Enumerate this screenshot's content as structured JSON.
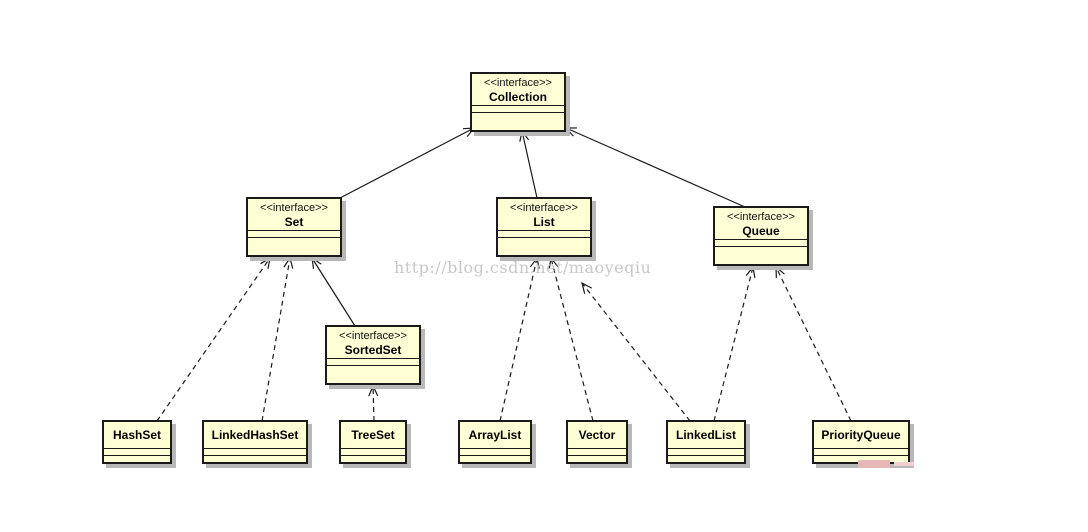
{
  "watermark": "http://blog.csdn.net/maoyeqiu",
  "nodes": {
    "collection": {
      "stereotype": "<<interface>>",
      "name": "Collection"
    },
    "set": {
      "stereotype": "<<interface>>",
      "name": "Set"
    },
    "list": {
      "stereotype": "<<interface>>",
      "name": "List"
    },
    "queue": {
      "stereotype": "<<interface>>",
      "name": "Queue"
    },
    "sortedset": {
      "stereotype": "<<interface>>",
      "name": "SortedSet"
    },
    "hashset": {
      "name": "HashSet"
    },
    "linkedhashset": {
      "name": "LinkedHashSet"
    },
    "treeset": {
      "name": "TreeSet"
    },
    "arraylist": {
      "name": "ArrayList"
    },
    "vector": {
      "name": "Vector"
    },
    "linkedlist": {
      "name": "LinkedList"
    },
    "priorityqueue": {
      "name": "PriorityQueue"
    }
  },
  "relationships": [
    {
      "from": "set",
      "to": "collection",
      "kind": "extends"
    },
    {
      "from": "list",
      "to": "collection",
      "kind": "extends"
    },
    {
      "from": "queue",
      "to": "collection",
      "kind": "extends"
    },
    {
      "from": "sortedset",
      "to": "set",
      "kind": "extends"
    },
    {
      "from": "hashset",
      "to": "set",
      "kind": "implements"
    },
    {
      "from": "linkedhashset",
      "to": "set",
      "kind": "implements"
    },
    {
      "from": "treeset",
      "to": "sortedset",
      "kind": "implements"
    },
    {
      "from": "arraylist",
      "to": "list",
      "kind": "implements"
    },
    {
      "from": "vector",
      "to": "list",
      "kind": "implements"
    },
    {
      "from": "linkedlist",
      "to": "list",
      "kind": "implements"
    },
    {
      "from": "linkedlist",
      "to": "queue",
      "kind": "implements"
    },
    {
      "from": "priorityqueue",
      "to": "queue",
      "kind": "implements"
    }
  ],
  "colors": {
    "box_fill": "#ffffd6",
    "box_border": "#1a1a1a",
    "shadow": "#b8b8b8",
    "line": "#1a1a1a"
  }
}
